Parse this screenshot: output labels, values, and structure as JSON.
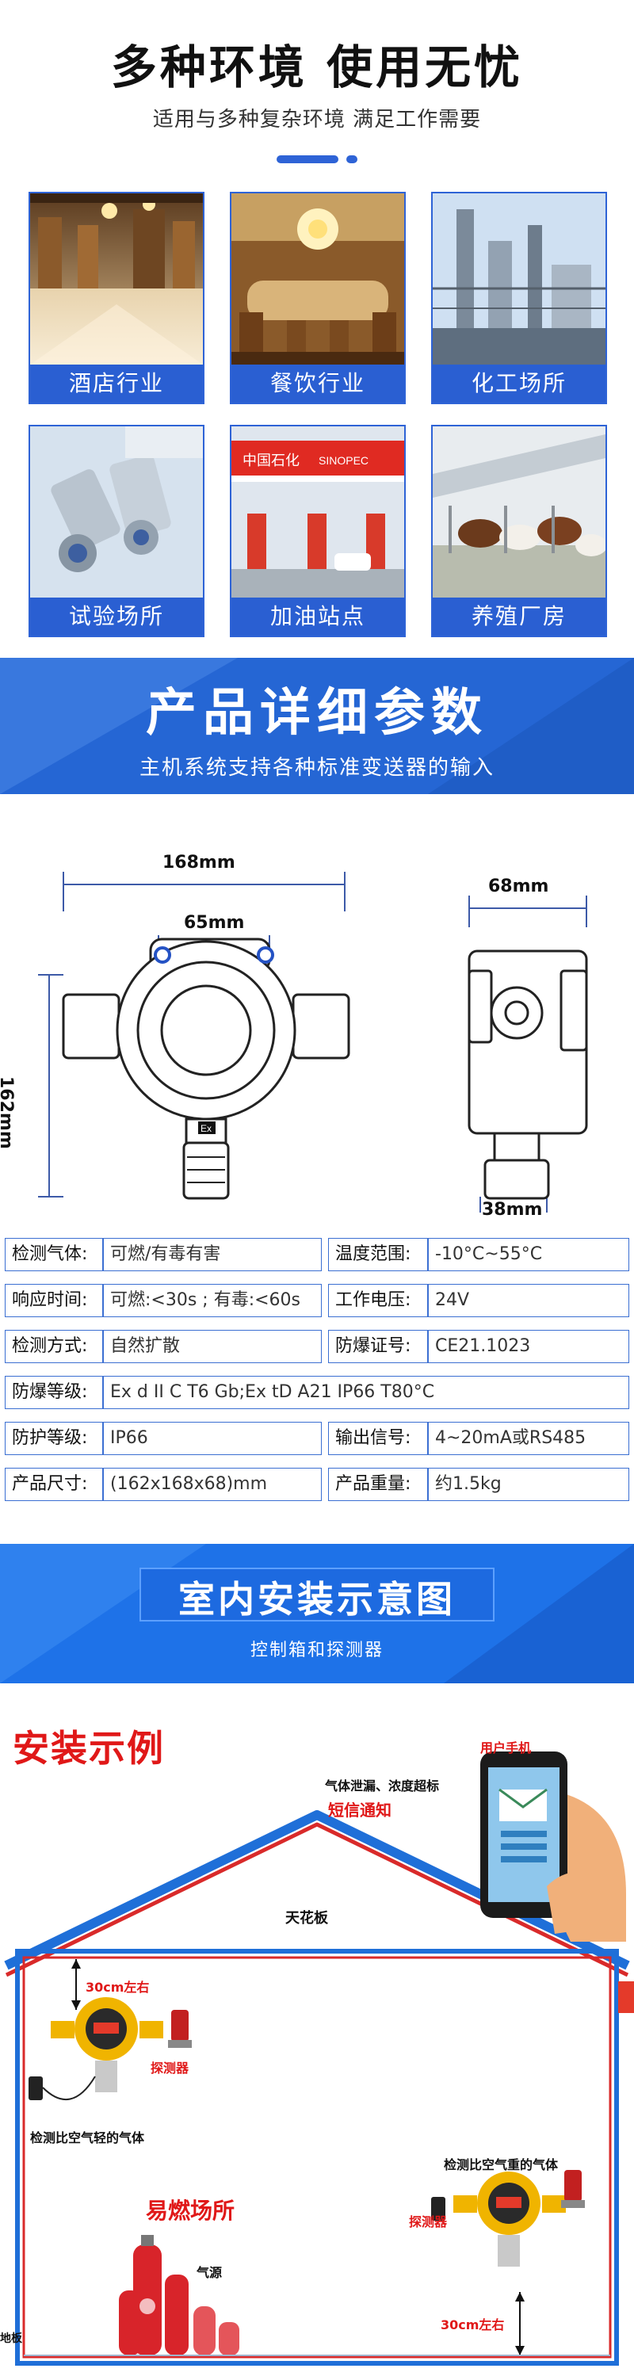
{
  "environments": {
    "title": "多种环境 使用无忧",
    "subtitle": "适用与多种复杂环境 满足工作需要",
    "cards": [
      {
        "label": "酒店行业"
      },
      {
        "label": "餐饮行业"
      },
      {
        "label": "化工场所"
      },
      {
        "label": "试验场所"
      },
      {
        "label": "加油站点"
      },
      {
        "label": "养殖厂房"
      }
    ],
    "signs": {
      "sinopec_cn": "中国石化",
      "sinopec_en": "SINOPEC"
    }
  },
  "params": {
    "title": "产品详细参数",
    "subtitle": "主机系统支持各种标准变送器的输入"
  },
  "diagram": {
    "width_label": "168mm",
    "hole_label": "65mm",
    "height_label": "162mm",
    "depth_label": "68mm",
    "side_label": "38mm",
    "ex_mark": "Ex"
  },
  "specs": [
    {
      "k1": "检测气体:",
      "v1": "可燃/有毒有害",
      "k2": "温度范围:",
      "v2": "-10°C~55°C"
    },
    {
      "k1": "响应时间:",
      "v1": "可燃:<30s ; 有毒:<60s",
      "k2": "工作电压:",
      "v2": "24V"
    },
    {
      "k1": "检测方式:",
      "v1": "自然扩散",
      "k2": "防爆证号:",
      "v2": "CE21.1023"
    },
    {
      "k1": "防爆等级:",
      "v1": "Ex d II C T6 Gb;Ex tD A21 IP66 T80°C"
    },
    {
      "k1": "防护等级:",
      "v1": "IP66",
      "k2": "输出信号:",
      "v2": "4~20mA或RS485"
    },
    {
      "k1": "产品尺寸:",
      "v1": "(162x168x68)mm",
      "k2": "产品重量:",
      "v2": "约1.5kg"
    }
  ],
  "install": {
    "section_title": "室内安装示意图",
    "section_subtitle": "控制箱和探测器",
    "example_title": "安装示例",
    "phone_label": "用户手机",
    "leak_text": "气体泄漏、浓度超标",
    "sms_text": "短信通知",
    "ceiling": "天花板",
    "dist_top": "30cm左右",
    "detector_left": "探测器",
    "light_gas": "检测比空气轻的气体",
    "heavy_gas": "检测比空气重的气体",
    "detector_right": "探测器",
    "flammable": "易燃场所",
    "gas_source": "气源",
    "floor": "地板",
    "dist_bottom": "30cm左右"
  },
  "colors": {
    "brand_blue": "#2566d4",
    "bright_blue": "#1e72e8",
    "alert_red": "#e01818",
    "detector_yellow": "#f0b400"
  }
}
